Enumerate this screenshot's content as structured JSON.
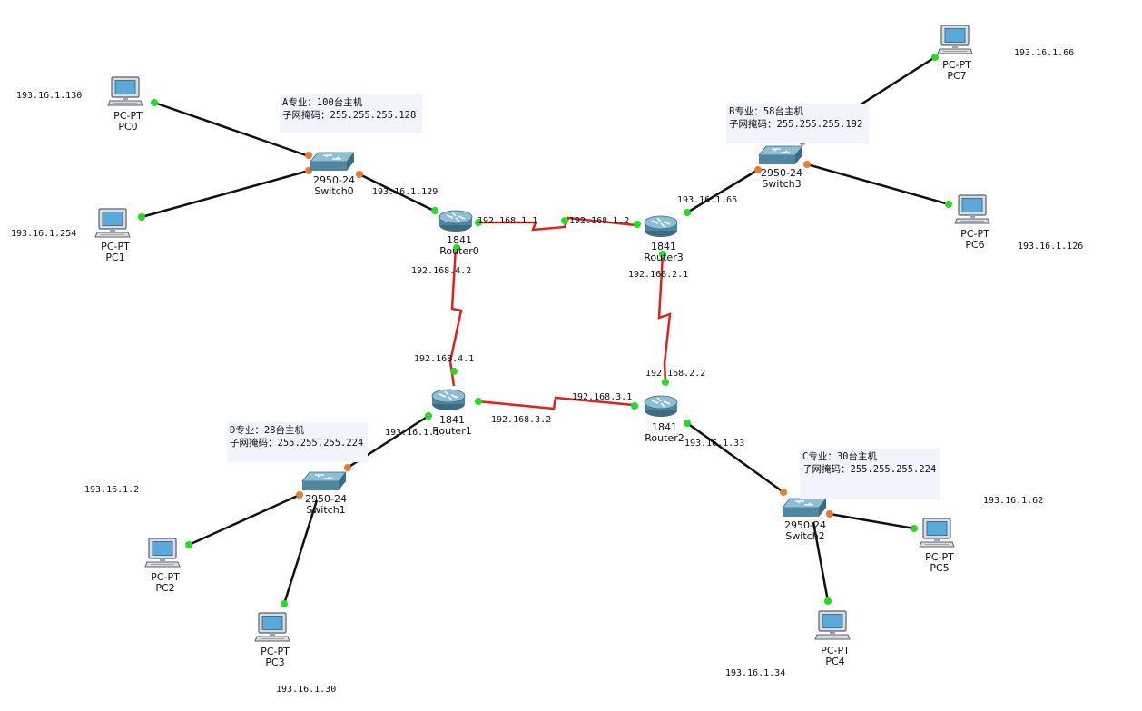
{
  "colors": {
    "ethernet_link": "#111111",
    "serial_link": "#e0201a",
    "port_up": "#22dd22",
    "port_blocking": "#ee7733",
    "note_bg": "#f2f4fb"
  },
  "icons": {
    "router": "router-icon",
    "switch": "switch-icon",
    "pc": "pc-icon"
  },
  "devices": {
    "router0": {
      "model": "1841",
      "name": "Router0"
    },
    "router1": {
      "model": "1841",
      "name": "Router1"
    },
    "router2": {
      "model": "1841",
      "name": "Router2"
    },
    "router3": {
      "model": "1841",
      "name": "Router3"
    },
    "switch0": {
      "model": "2950-24",
      "name": "Switch0"
    },
    "switch1": {
      "model": "2950-24",
      "name": "Switch1"
    },
    "switch2": {
      "model": "2950-24",
      "name": "Switch2"
    },
    "switch3": {
      "model": "2950-24",
      "name": "Switch3"
    },
    "pc0": {
      "model": "PC-PT",
      "name": "PC0"
    },
    "pc1": {
      "model": "PC-PT",
      "name": "PC1"
    },
    "pc2": {
      "model": "PC-PT",
      "name": "PC2"
    },
    "pc3": {
      "model": "PC-PT",
      "name": "PC3"
    },
    "pc4": {
      "model": "PC-PT",
      "name": "PC4"
    },
    "pc5": {
      "model": "PC-PT",
      "name": "PC5"
    },
    "pc6": {
      "model": "PC-PT",
      "name": "PC6"
    },
    "pc7": {
      "model": "PC-PT",
      "name": "PC7"
    }
  },
  "notes": {
    "a": {
      "line1": "A专业：100台主机",
      "line2": "子网掩码：255.255.255.128"
    },
    "b": {
      "line1": "B专业：58台主机",
      "line2": "子网掩码：255.255.255.192"
    },
    "c": {
      "line1": "C专业：30台主机",
      "line2": "子网掩码：255.255.255.224"
    },
    "d": {
      "line1": "D专业：28台主机",
      "line2": "子网掩码：255.255.255.224"
    }
  },
  "ips": {
    "pc0": "193.16.1.130",
    "pc1": "193.16.1.254",
    "r0_lan": "193.16.1.129",
    "r0_r3": "192.168.1.1",
    "r3_r0": "192.168.1.2",
    "r3_lan": "193.16.1.65",
    "pc7": "193.16.1.66",
    "pc6": "193.16.1.126",
    "r0_r1": "192.168.4.2",
    "r3_r2": "192.168.2.1",
    "r1_r0": "192.168.4.1",
    "r2_r3": "192.168.2.2",
    "r2_r1": "192.168.3.1",
    "r1_r2": "192.168.3.2",
    "r1_lan": "193.16.1.1",
    "r2_lan": "193.16.1.33",
    "pc2": "193.16.1.2",
    "pc3": "193.16.1.30",
    "pc5": "193.16.1.62",
    "pc4": "193.16.1.34"
  }
}
